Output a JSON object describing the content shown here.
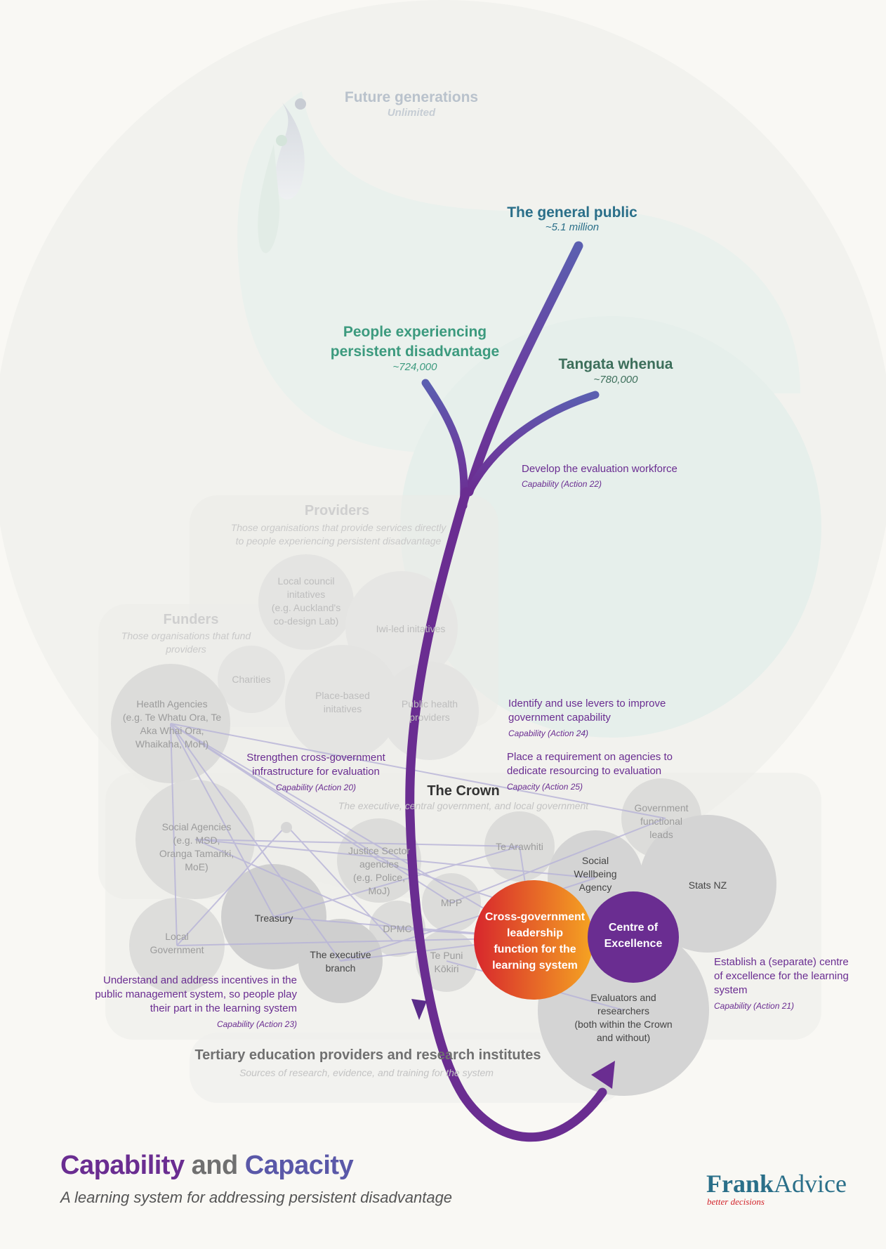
{
  "colors": {
    "purple": "#6a2d91",
    "blue_purple": "#5a58a8",
    "teal_blue": "#2a6f89",
    "green": "#3c9a7e",
    "dark_green": "#3c6e5a",
    "grey_text": "#5a5a5a",
    "circle_grey": "#d6d6d6",
    "orange": "#f08a1c",
    "red": "#d7262d"
  },
  "future": {
    "title": "Future generations",
    "sub": "Unlimited"
  },
  "public": {
    "title": "The general public",
    "sub": "~5.1 million"
  },
  "disadvantage": {
    "line1": "People experiencing",
    "line2": "persistent disadvantage",
    "sub": "~724,000"
  },
  "tangata": {
    "title": "Tangata whenua",
    "sub": "~780,000"
  },
  "providers": {
    "title": "Providers",
    "desc1": "Those organisations that provide services directly",
    "desc2": "to people experiencing persistent disadvantage"
  },
  "funders": {
    "title": "Funders",
    "desc1": "Those organisations that fund",
    "desc2": "providers"
  },
  "circles": {
    "local_council": [
      "Local council",
      "initatives",
      "(e.g. Auckland's",
      "co-design Lab)"
    ],
    "iwi": [
      "Iwi-led initatives"
    ],
    "charities": [
      "Charities"
    ],
    "place_based": [
      "Place-based",
      "initatives"
    ],
    "public_health": [
      "Public health",
      "providers"
    ],
    "health_agencies": [
      "Heatlh Agencies",
      "(e.g. Te Whatu Ora, Te",
      "Aka Whai Ora,",
      "Whaikaha, MoH)"
    ],
    "social_agencies": [
      "Social Agencies",
      "(e.g. MSD,",
      "Oranga Tamariki,",
      "MoE)"
    ],
    "local_government": [
      "Local",
      "Government"
    ],
    "treasury": [
      "Treasury"
    ],
    "executive": [
      "The executive",
      "branch"
    ],
    "justice": [
      "Justice Sector",
      "agencies",
      "(e.g. Police,",
      "MoJ)"
    ],
    "dpmc": [
      "DPMC"
    ],
    "mpp": [
      "MPP"
    ],
    "te_arawhiti": [
      "Te Arawhiti"
    ],
    "te_puni": [
      "Te Puni",
      "Kōkiri"
    ],
    "gov_functional": [
      "Government",
      "functional",
      "leads"
    ],
    "social_wellbeing": [
      "Social",
      "Wellbeing",
      "Agency"
    ],
    "stats_nz": [
      "Stats NZ"
    ],
    "cross_gov": [
      "Cross-government",
      "leadership",
      "function for the",
      "learning system"
    ],
    "centre": [
      "Centre of",
      "Excellence"
    ],
    "evaluators": [
      "Evaluators and",
      "researchers",
      "(both within the Crown",
      "and without)"
    ]
  },
  "crown": {
    "title": "The Crown",
    "desc": "The executive, central government, and local government"
  },
  "tertiary": {
    "title": "Tertiary education providers and research institutes",
    "desc": "Sources of research, evidence, and training for the system"
  },
  "actions": {
    "a22": {
      "line1": "Develop the evaluation workforce",
      "cap": "Capability (Action 22)"
    },
    "a24": {
      "line1": "Identify and use levers to improve",
      "line2": "government capability",
      "cap": "Capability (Action 24)"
    },
    "a25": {
      "line1": "Place a requirement on agencies to",
      "line2": "dedicate resourcing to evaluation",
      "cap": "Capacity (Action 25)"
    },
    "a20": {
      "line1": "Strengthen cross-government",
      "line2": "infrastructure for evaluation",
      "cap": "Capability (Action 20)"
    },
    "a23": {
      "line1": "Understand and address incentives in the",
      "line2": "public management system, so people play",
      "line3": "their part in the learning system",
      "cap": "Capability (Action 23)"
    },
    "a21": {
      "line1": "Establish a (separate) centre",
      "line2": "of excellence for the learning",
      "line3": "system",
      "cap": "Capability (Action 21)"
    }
  },
  "footer": {
    "title_w1": "Capability",
    "title_w2": "and",
    "title_w3": "Capacity",
    "subtitle": "A learning system for addressing persistent disadvantage"
  },
  "logo": {
    "bold": "Frank",
    "regular": "Advice",
    "tagline": "better decisions"
  }
}
